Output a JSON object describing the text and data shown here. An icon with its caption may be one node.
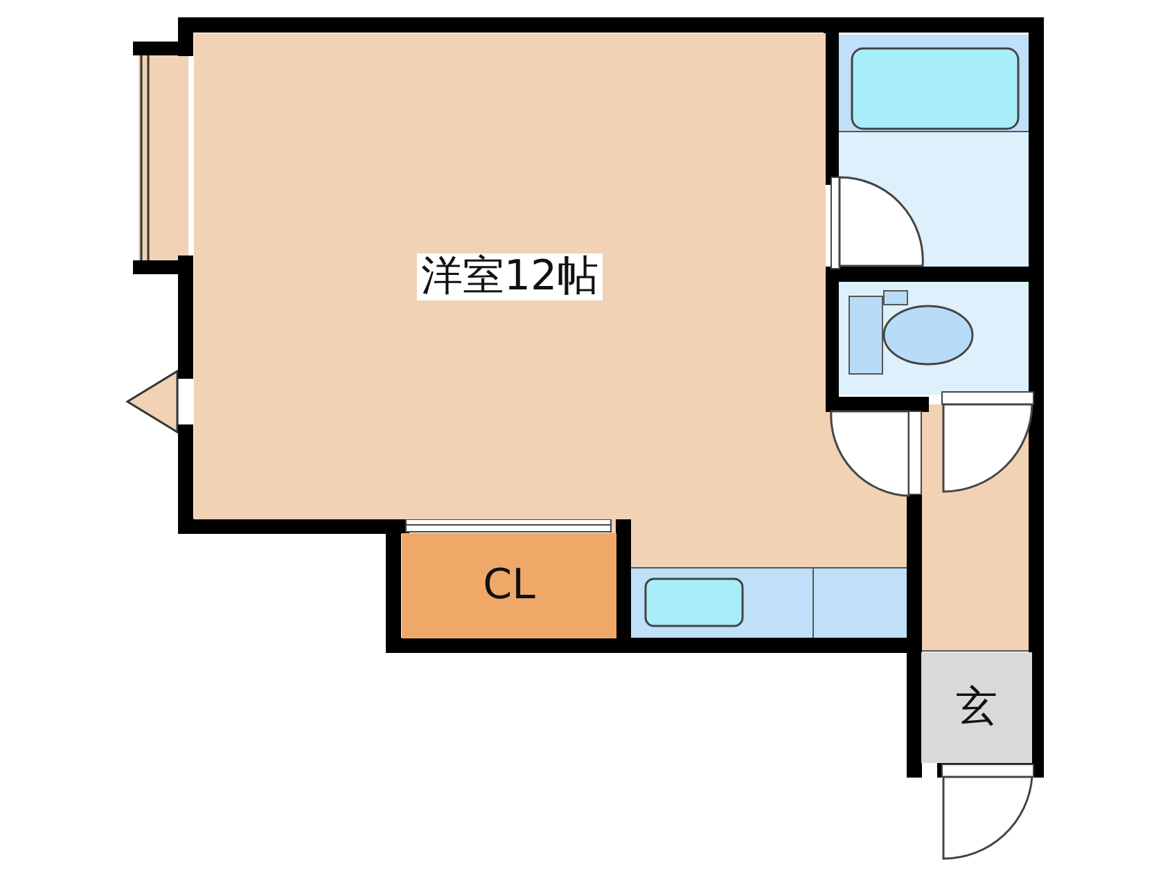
{
  "diagram": {
    "nodes": [
      {
        "text": [
          "洋室12帖"
        ]
      },
      {
        "text": [
          "CL"
        ]
      },
      {
        "text": [
          "玄"
        ]
      }
    ]
  }
}
